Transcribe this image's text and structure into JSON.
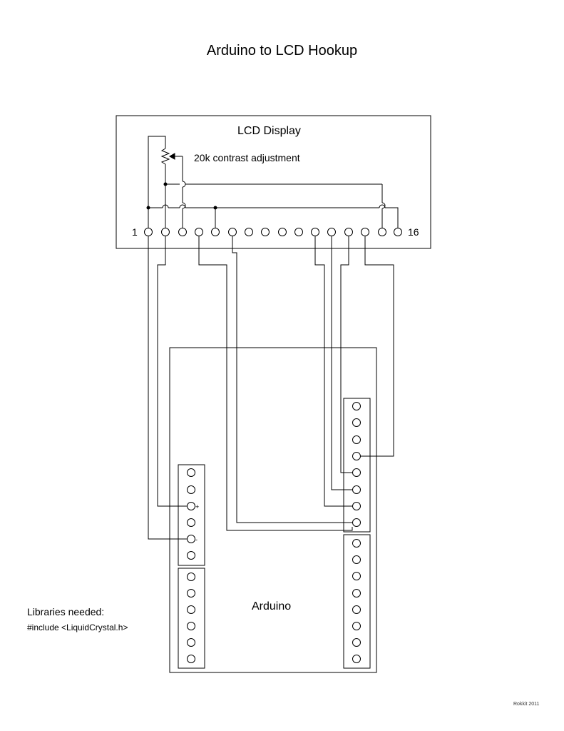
{
  "title": "Arduino to LCD Hookup",
  "lcd": {
    "label": "LCD Display",
    "pin_first": "1",
    "pin_last": "16",
    "pot_label": "20k contrast adjustment"
  },
  "arduino": {
    "label": "Arduino",
    "power_plus": "+",
    "power_minus": "-"
  },
  "libraries": {
    "heading": "Libraries needed:",
    "include": "#include <LiquidCrystal.h>"
  },
  "footer": "Rokkit 2011"
}
